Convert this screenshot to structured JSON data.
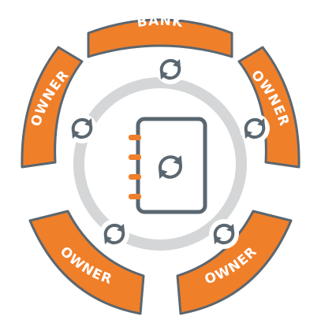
{
  "diagram": {
    "segments": [
      {
        "label": "BANK"
      },
      {
        "label": "OWNER"
      },
      {
        "label": "OWNER"
      },
      {
        "label": "OWNER"
      },
      {
        "label": "OWNER"
      }
    ],
    "colors": {
      "segment_fill": "#f07f2a",
      "segment_stroke": "#5b6770",
      "ring": "#d4d6d8",
      "icon": "#5b6770",
      "tabs": "#f07f2a",
      "background": "#ffffff"
    },
    "icons": {
      "center": "notebook-sync-icon",
      "ring_nodes": "sync-icon"
    }
  }
}
